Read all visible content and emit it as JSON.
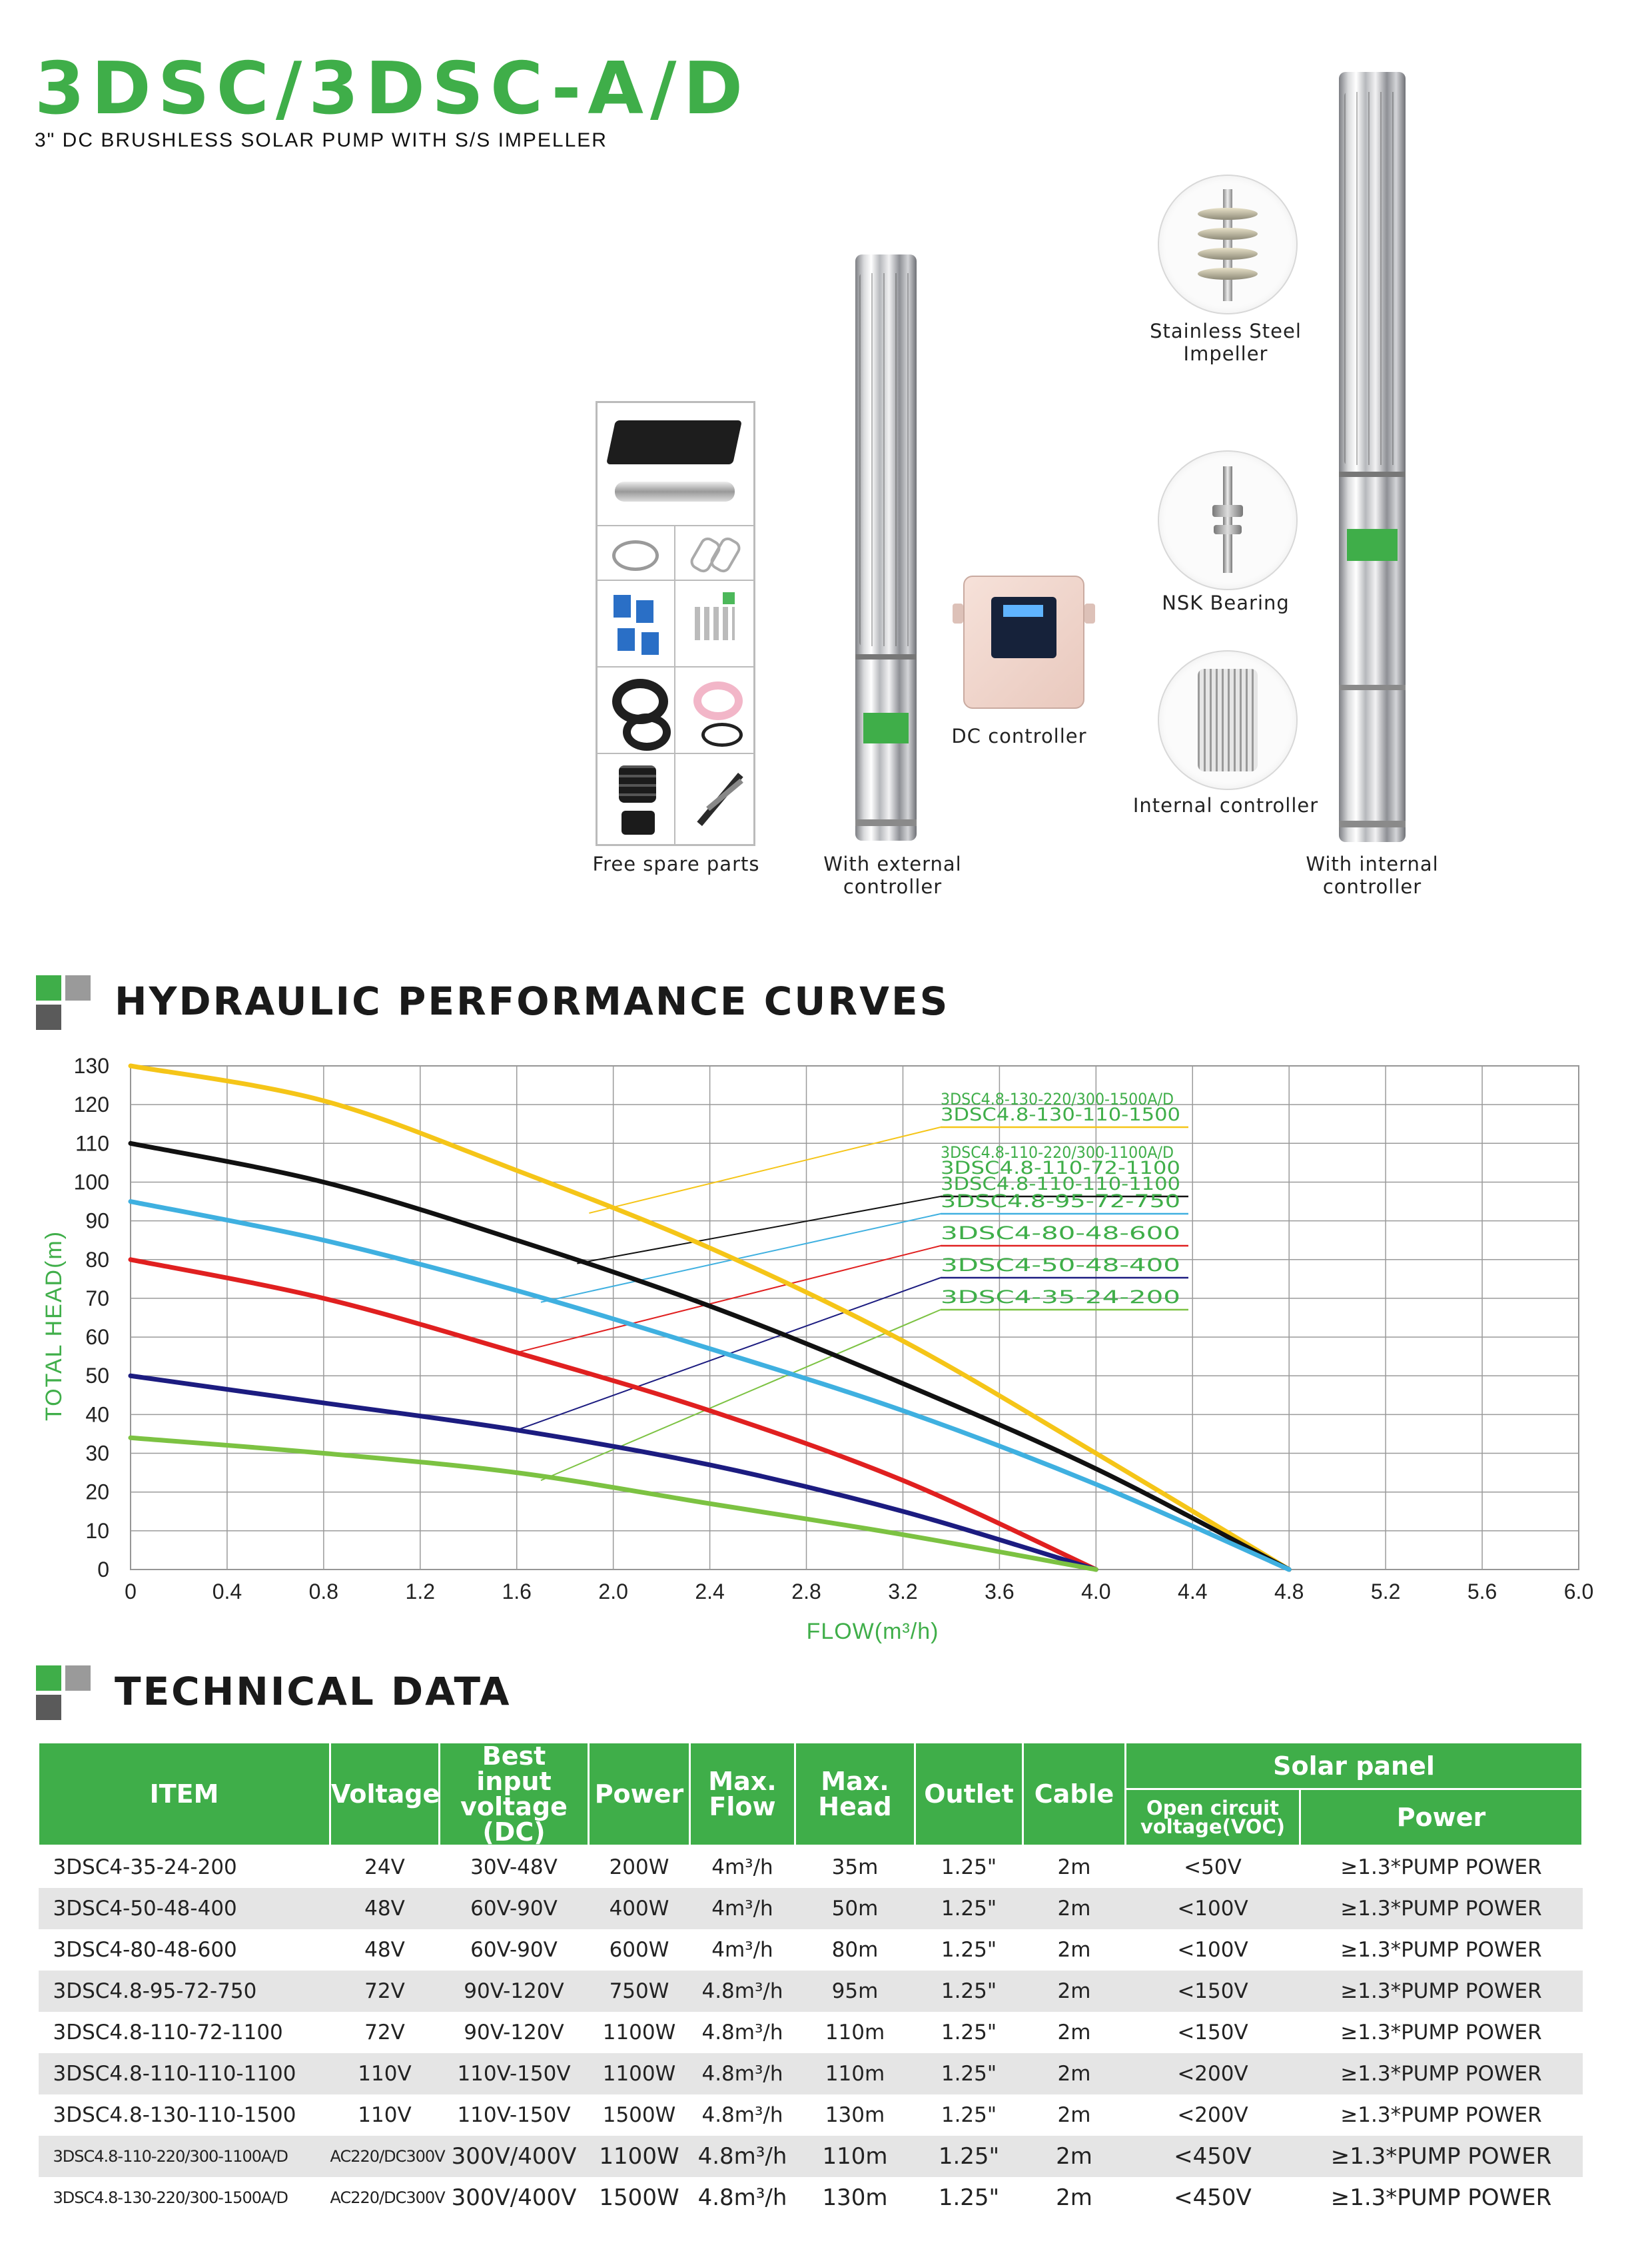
{
  "header": {
    "title": "3DSC/3DSC-A/D",
    "subtitle": "3\" DC BRUSHLESS SOLAR PUMP WITH S/S IMPELLER"
  },
  "product": {
    "spare_parts_caption": "Free spare parts",
    "external_pump_caption": "With external\ncontroller",
    "dc_controller_caption": "DC controller",
    "impeller_caption": "Stainless Steel\nImpeller",
    "bearing_caption": "NSK Bearing",
    "internal_controller_caption": "Internal controller",
    "internal_pump_caption": "With internal\ncontroller",
    "accent_color": "#3fae49"
  },
  "sections": {
    "curves_title": "HYDRAULIC PERFORMANCE CURVES",
    "tech_title": "TECHNICAL  DATA"
  },
  "chart_data": {
    "type": "line",
    "xlabel": "FLOW(m³/h)",
    "ylabel": "TOTAL HEAD(m)",
    "xlim": [
      0,
      6.0
    ],
    "ylim": [
      0,
      130
    ],
    "x_ticks": [
      "0",
      "0.4",
      "0.8",
      "1.2",
      "1.6",
      "2.0",
      "2.4",
      "2.8",
      "3.2",
      "3.6",
      "4.0",
      "4.4",
      "4.8",
      "5.2",
      "5.6",
      "6.0"
    ],
    "y_ticks": [
      "0",
      "10",
      "20",
      "30",
      "40",
      "50",
      "60",
      "70",
      "80",
      "90",
      "100",
      "110",
      "120",
      "130"
    ],
    "grid": true,
    "series": [
      {
        "name": "3DSC4.8-130-220/300-1500A/D\n3DSC4.8-130-110-1500",
        "color": "#f5c518",
        "x": [
          0,
          0.8,
          1.6,
          2.4,
          3.2,
          4.0,
          4.8
        ],
        "y": [
          130,
          121,
          103,
          83,
          59,
          30,
          0
        ],
        "label_at": [
          1.9,
          92
        ]
      },
      {
        "name": "3DSC4.8-110-220/300-1100A/D\n3DSC4.8-110-72-1100\n3DSC4.8-110-110-1100",
        "color": "#111111",
        "x": [
          0,
          0.8,
          1.6,
          2.4,
          3.2,
          4.0,
          4.8
        ],
        "y": [
          110,
          100,
          85,
          68,
          48,
          26,
          0
        ],
        "label_at": [
          1.85,
          79
        ]
      },
      {
        "name": "3DSC4.8-95-72-750",
        "color": "#3fb0e0",
        "x": [
          0,
          0.8,
          1.6,
          2.4,
          3.2,
          4.0,
          4.8
        ],
        "y": [
          95,
          85,
          72,
          57,
          41,
          22,
          0
        ],
        "label_at": [
          1.7,
          69
        ]
      },
      {
        "name": "3DSC4-80-48-600",
        "color": "#e02020",
        "x": [
          0,
          0.8,
          1.6,
          2.4,
          3.2,
          4.0
        ],
        "y": [
          80,
          70,
          56,
          41,
          23,
          0
        ],
        "label_at": [
          1.6,
          56
        ]
      },
      {
        "name": "3DSC4-50-48-400",
        "color": "#1c1c80",
        "x": [
          0,
          0.8,
          1.6,
          2.4,
          3.2,
          4.0
        ],
        "y": [
          50,
          43,
          36,
          27,
          15,
          0
        ],
        "label_at": [
          1.6,
          36
        ]
      },
      {
        "name": "3DSC4-35-24-200",
        "color": "#7cc242",
        "x": [
          0,
          0.8,
          1.6,
          2.4,
          3.2,
          4.0
        ],
        "y": [
          34,
          30,
          25,
          17,
          9,
          0
        ],
        "label_at": [
          1.7,
          23
        ]
      }
    ]
  },
  "table": {
    "headers": {
      "item": "ITEM",
      "voltage": "Voltage",
      "best_input": "Best input\nvoltage\n(DC)",
      "power": "Power",
      "max_flow": "Max.\nFlow",
      "max_head": "Max.\nHead",
      "outlet": "Outlet",
      "cable": "Cable",
      "solar_panel": "Solar panel",
      "open_circuit": "Open circuit\nvoltage(VOC)",
      "solar_power": "Power"
    },
    "rows": [
      [
        "3DSC4-35-24-200",
        "24V",
        "30V-48V",
        "200W",
        "4m³/h",
        "35m",
        "1.25\"",
        "2m",
        "<50V",
        "≥1.3*PUMP POWER"
      ],
      [
        "3DSC4-50-48-400",
        "48V",
        "60V-90V",
        "400W",
        "4m³/h",
        "50m",
        "1.25\"",
        "2m",
        "<100V",
        "≥1.3*PUMP POWER"
      ],
      [
        "3DSC4-80-48-600",
        "48V",
        "60V-90V",
        "600W",
        "4m³/h",
        "80m",
        "1.25\"",
        "2m",
        "<100V",
        "≥1.3*PUMP POWER"
      ],
      [
        "3DSC4.8-95-72-750",
        "72V",
        "90V-120V",
        "750W",
        "4.8m³/h",
        "95m",
        "1.25\"",
        "2m",
        "<150V",
        "≥1.3*PUMP POWER"
      ],
      [
        "3DSC4.8-110-72-1100",
        "72V",
        "90V-120V",
        "1100W",
        "4.8m³/h",
        "110m",
        "1.25\"",
        "2m",
        "<150V",
        "≥1.3*PUMP POWER"
      ],
      [
        "3DSC4.8-110-110-1100",
        "110V",
        "110V-150V",
        "1100W",
        "4.8m³/h",
        "110m",
        "1.25\"",
        "2m",
        "<200V",
        "≥1.3*PUMP POWER"
      ],
      [
        "3DSC4.8-130-110-1500",
        "110V",
        "110V-150V",
        "1500W",
        "4.8m³/h",
        "130m",
        "1.25\"",
        "2m",
        "<200V",
        "≥1.3*PUMP POWER"
      ],
      [
        "3DSC4.8-110-220/300-1100A/D",
        "AC220/DC300V",
        "300V/400V",
        "1100W",
        "4.8m³/h",
        "110m",
        "1.25\"",
        "2m",
        "<450V",
        "≥1.3*PUMP POWER"
      ],
      [
        "3DSC4.8-130-220/300-1500A/D",
        "AC220/DC300V",
        "300V/400V",
        "1500W",
        "4.8m³/h",
        "130m",
        "1.25\"",
        "2m",
        "<450V",
        "≥1.3*PUMP POWER"
      ]
    ]
  }
}
